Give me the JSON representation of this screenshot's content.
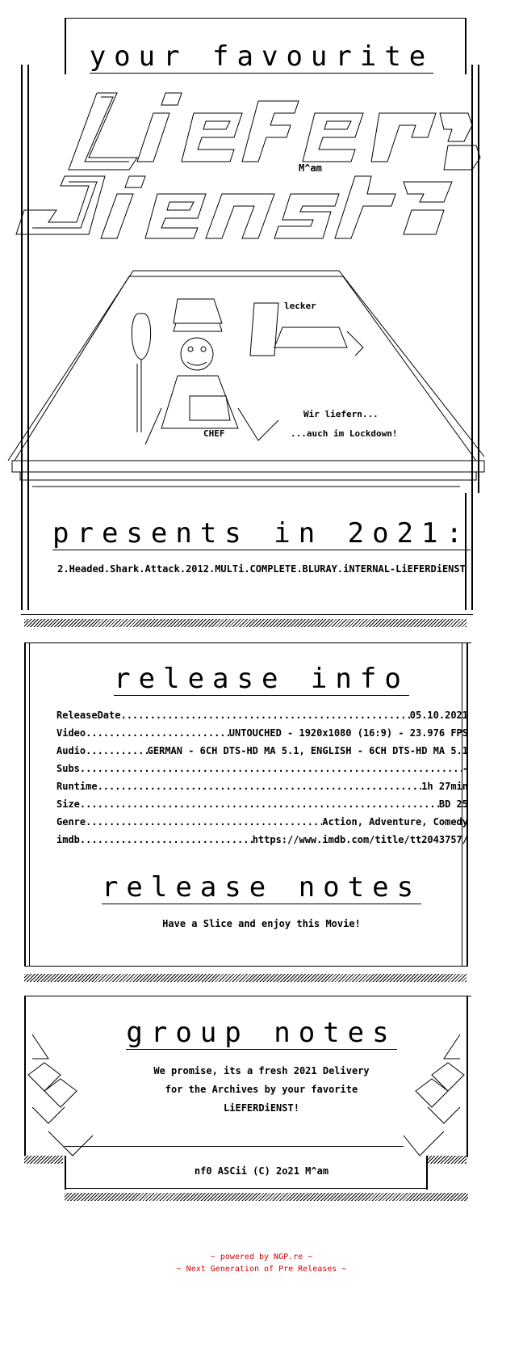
{
  "header": {
    "tagline": "your favourite",
    "signature": "M^am",
    "logo_words": [
      "LiEFER",
      "DiENST"
    ]
  },
  "pizza_art": {
    "lecker": "lecker",
    "chef": "CHEF",
    "slogan1": "Wir liefern...",
    "slogan2": "...auch im Lockdown!"
  },
  "presents": {
    "heading": "presents in 2o21:",
    "release_name": "2.Headed.Shark.Attack.2012.MULTi.COMPLETE.BLURAY.iNTERNAL-LiEFERDiENST"
  },
  "release_info": {
    "heading": "release info",
    "rows": [
      {
        "label": "ReleaseDate",
        "value": "05.10.2021"
      },
      {
        "label": "Video",
        "value": "UNTOUCHED - 1920x1080 (16:9) - 23.976 FPS"
      },
      {
        "label": "Audio",
        "value": "GERMAN - 6CH DTS-HD MA 5.1, ENGLISH - 6CH DTS-HD MA 5.1"
      },
      {
        "label": "Subs",
        "value": "-"
      },
      {
        "label": "Runtime",
        "value": "1h 27min"
      },
      {
        "label": "Size",
        "value": "BD 25"
      },
      {
        "label": "Genre",
        "value": "Action, Adventure, Comedy"
      },
      {
        "label": "imdb",
        "value": "https://www.imdb.com/title/tt2043757/"
      }
    ]
  },
  "release_notes": {
    "heading": "release notes",
    "text": "Have a Slice and enjoy this Movie!"
  },
  "group_notes": {
    "heading": "group notes",
    "line1": "We promise, its a fresh 2021 Delivery",
    "line2": "for the Archives by your favorite",
    "line3": "LiEFERDiENST!"
  },
  "footer": {
    "credit": "nf0 ASCii (C) 2o21 M^am",
    "powered": "~ powered by NGP.re ~",
    "ngp": "~ Next Generation of Pre Releases ~"
  },
  "colors": {
    "text": "#000000",
    "background": "#ffffff",
    "footer_red": "#d00000"
  }
}
